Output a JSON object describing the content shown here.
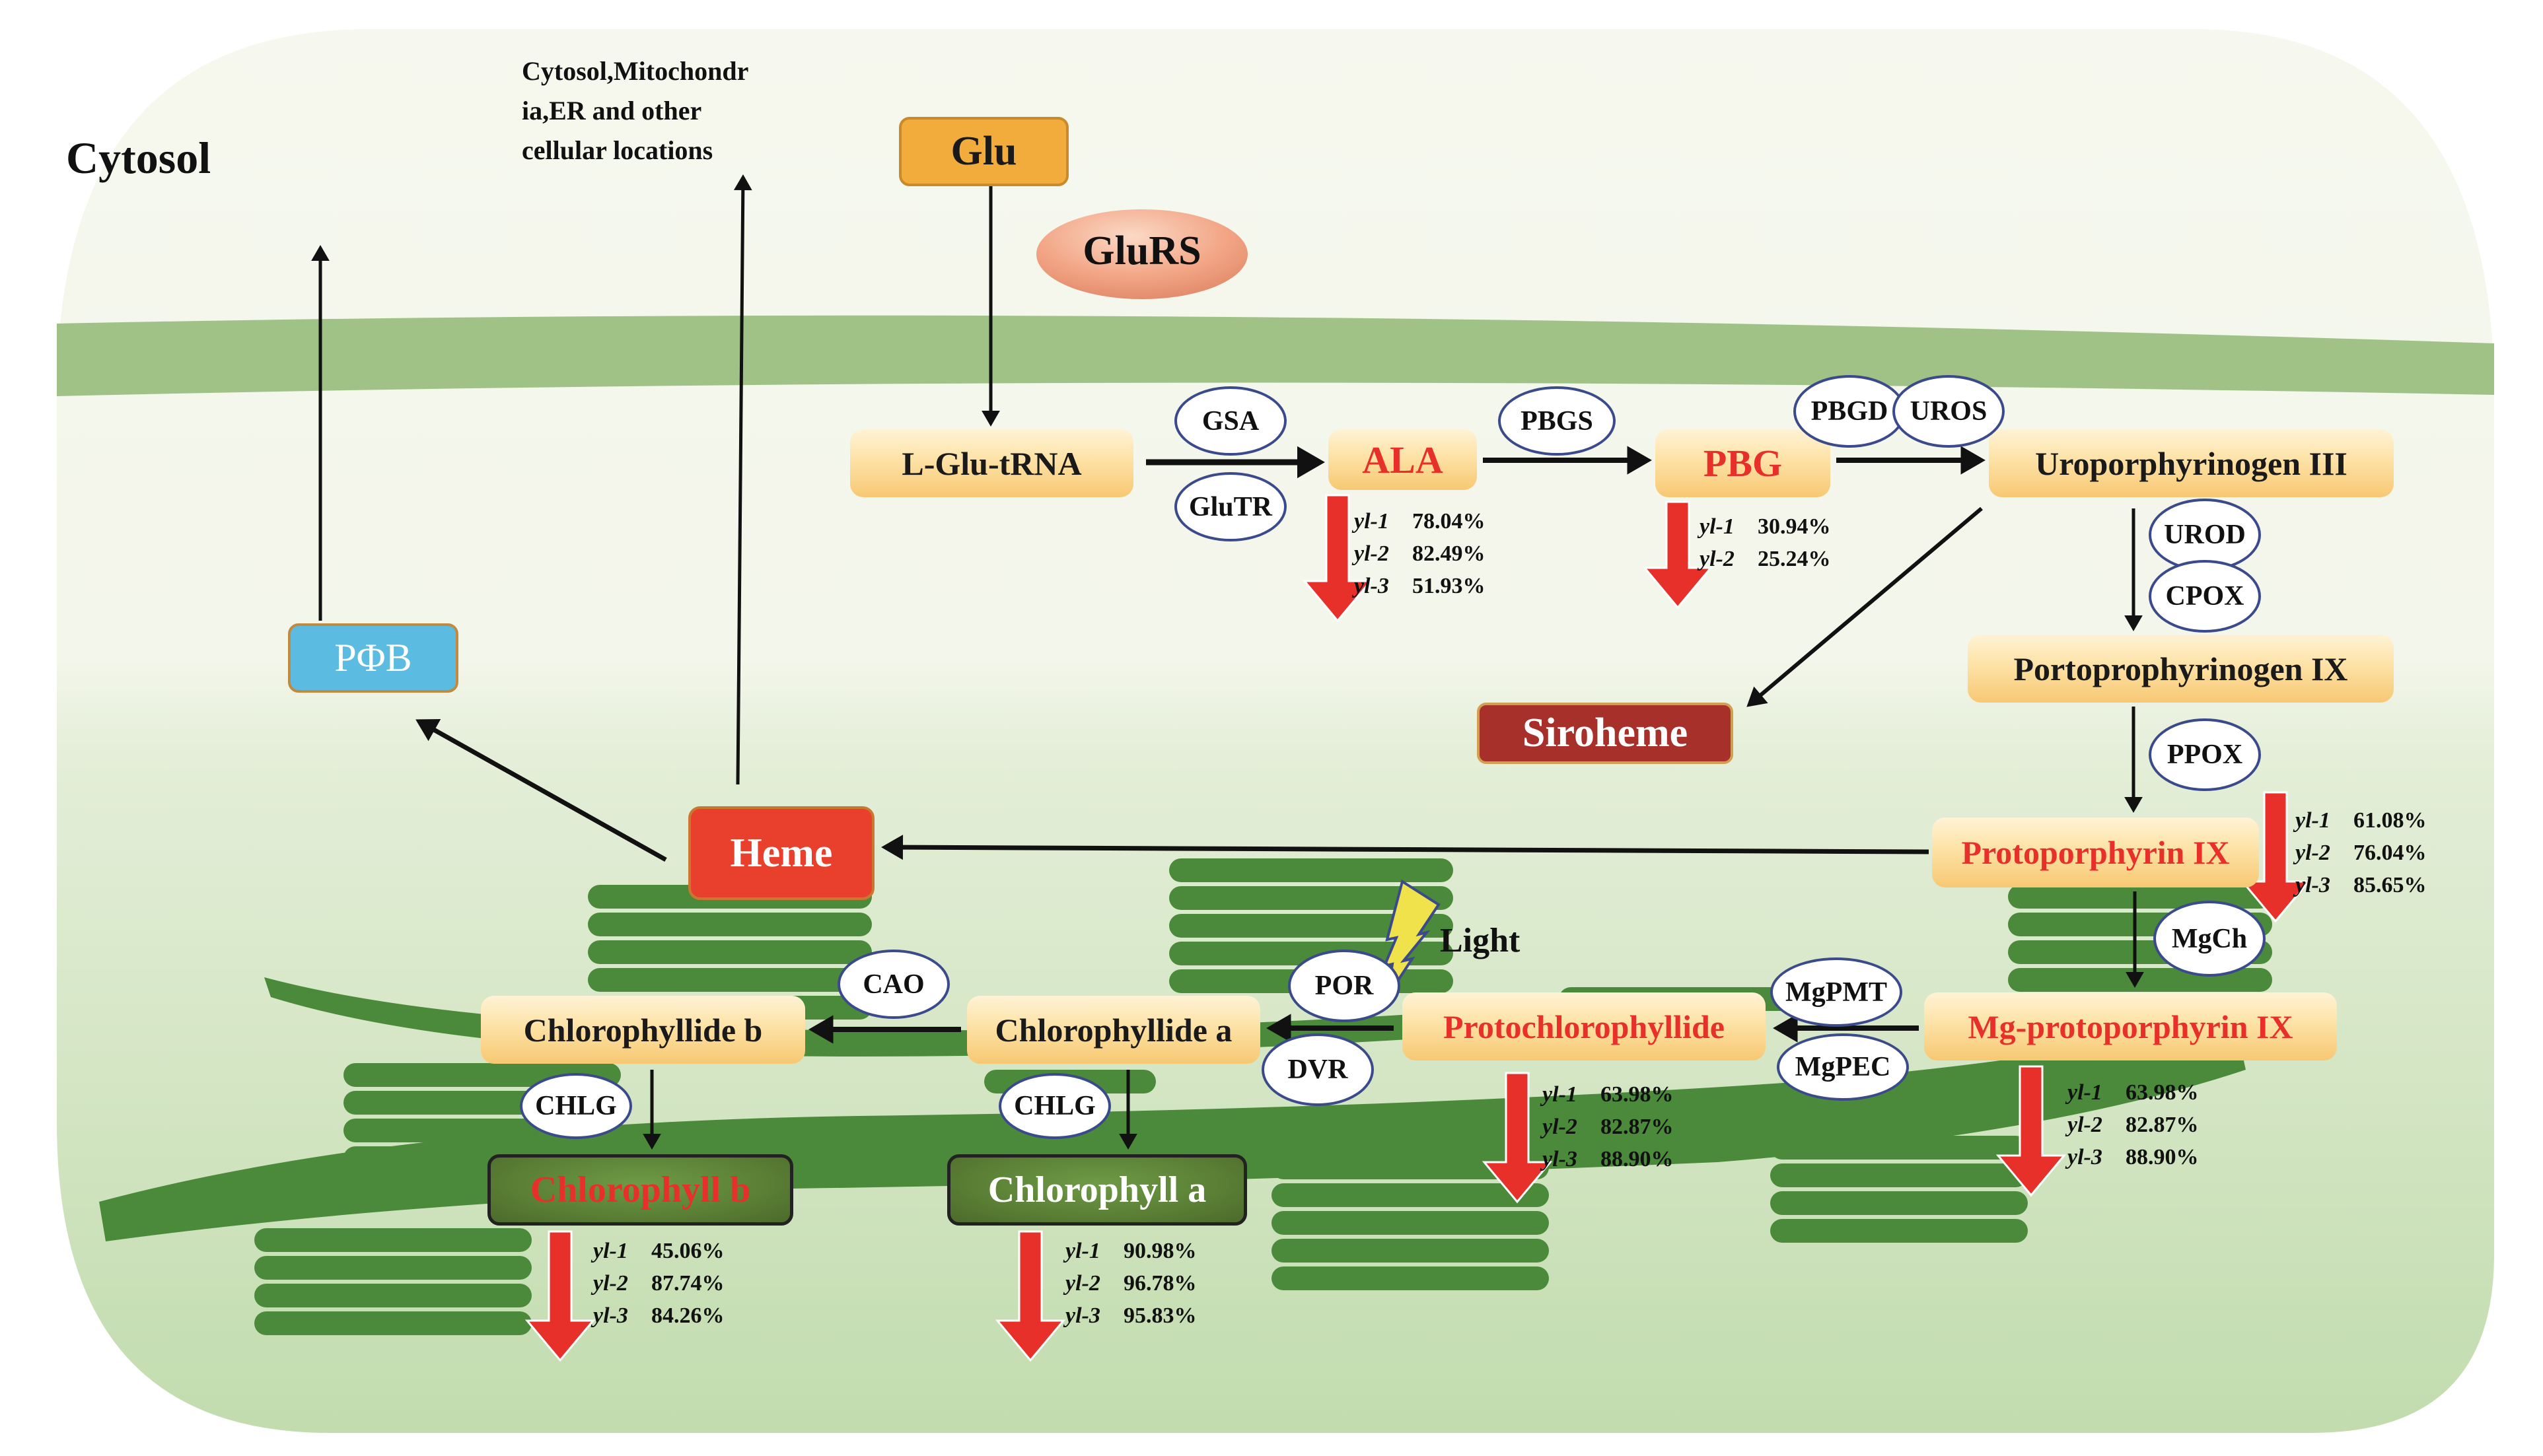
{
  "compartments": {
    "cytosol_label": "Cytosol",
    "export_note_lines": [
      "Cytosol,Mitochondr",
      "ia,ER and other",
      "cellular locations"
    ]
  },
  "metabolites": {
    "glu": "Glu",
    "l_glu_trna": "L-Glu-tRNA",
    "ala": "ALA",
    "pbg": "PBG",
    "uroporphyrinogen_iii": "Uroporphyrinogen III",
    "portoprophyrinogen_ix": "Portoprophyrinogen IX",
    "siroheme": "Siroheme",
    "protoporphyrin_ix": "Protoporphyrin IX",
    "heme": "Heme",
    "pfb": "PΦB",
    "mg_protoporphyrin_ix": "Mg-protoporphyrin IX",
    "protochlorophyllide": "Protochlorophyllide",
    "chlorophyllide_a": "Chlorophyllide a",
    "chlorophyllide_b": "Chlorophyllide b",
    "chlorophyll_a": "Chlorophyll a",
    "chlorophyll_b": "Chlorophyll b"
  },
  "enzymes": {
    "glurs": "GluRS",
    "gsa": "GSA",
    "glutr": "GluTR",
    "pbgs": "PBGS",
    "pbgd": "PBGD",
    "uros": "UROS",
    "urod": "UROD",
    "cpox": "CPOX",
    "ppox": "PPOX",
    "mgch": "MgCh",
    "mgpmt": "MgPMT",
    "mgpec": "MgPEC",
    "por": "POR",
    "dvr": "DVR",
    "cao": "CAO",
    "chlg_a": "CHLG",
    "chlg_b": "CHLG"
  },
  "light_label": "Light",
  "reductions": {
    "ala": [
      {
        "line": "yl-1",
        "value": "78.04%"
      },
      {
        "line": "yl-2",
        "value": "82.49%"
      },
      {
        "line": "yl-3",
        "value": "51.93%"
      }
    ],
    "pbg": [
      {
        "line": "yl-1",
        "value": "30.94%"
      },
      {
        "line": "yl-2",
        "value": "25.24%"
      }
    ],
    "protoporphyrin_ix": [
      {
        "line": "yl-1",
        "value": "61.08%"
      },
      {
        "line": "yl-2",
        "value": "76.04%"
      },
      {
        "line": "yl-3",
        "value": "85.65%"
      }
    ],
    "mg_protoporphyrin_ix": [
      {
        "line": "yl-1",
        "value": "63.98%"
      },
      {
        "line": "yl-2",
        "value": "82.87%"
      },
      {
        "line": "yl-3",
        "value": "88.90%"
      }
    ],
    "protochlorophyllide": [
      {
        "line": "yl-1",
        "value": "63.98%"
      },
      {
        "line": "yl-2",
        "value": "82.87%"
      },
      {
        "line": "yl-3",
        "value": "88.90%"
      }
    ],
    "chlorophyll_a": [
      {
        "line": "yl-1",
        "value": "90.98%"
      },
      {
        "line": "yl-2",
        "value": "96.78%"
      },
      {
        "line": "yl-3",
        "value": "95.83%"
      }
    ],
    "chlorophyll_b": [
      {
        "line": "yl-1",
        "value": "45.06%"
      },
      {
        "line": "yl-2",
        "value": "87.74%"
      },
      {
        "line": "yl-3",
        "value": "84.26%"
      }
    ]
  },
  "colors": {
    "decrease_arrow": "#e8302a",
    "highlight_text": "#e8302a",
    "membrane": "#a0c287",
    "thylakoid": "#4a8a3a"
  }
}
